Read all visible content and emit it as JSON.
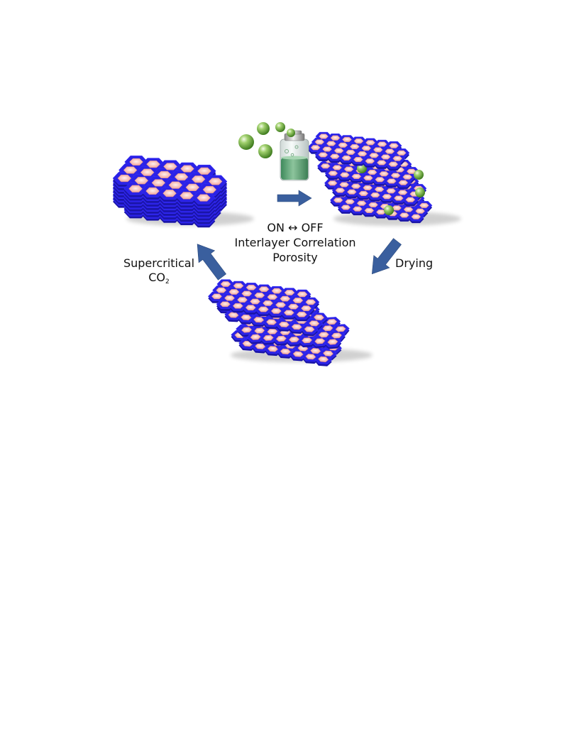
{
  "labels": {
    "center": {
      "line1": "ON ↔ OFF",
      "line2": "Interlayer Correlation",
      "line3": "Porosity"
    },
    "drying": "Drying",
    "supercritical": {
      "line1": "Supercritical",
      "co": "CO",
      "subscript": "2"
    }
  },
  "colors": {
    "framework": "#2b22e6",
    "framework_edge": "#1a14a8",
    "pore": "#f6b6b0",
    "pore_center": "#ffe9e4",
    "arrow": "#3a5f9e",
    "sphere": "#6aab3c",
    "liquid": "#5e9e72"
  }
}
